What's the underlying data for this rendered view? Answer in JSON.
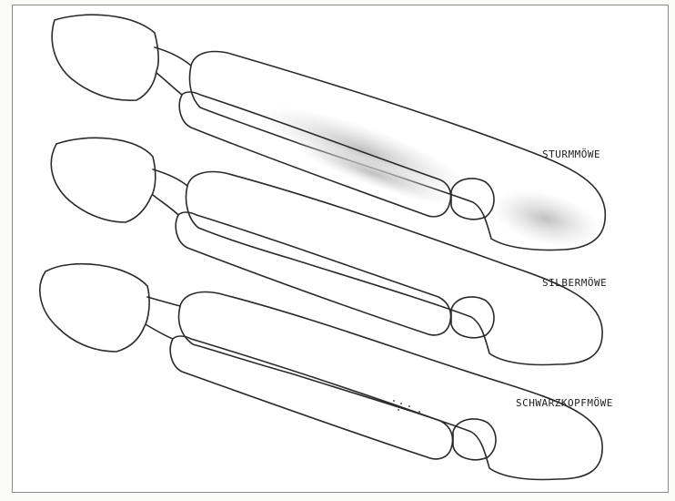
{
  "figure": {
    "labels": [
      "STURMMÖWE",
      "SILBERMÖWE",
      "SCHWARZKOPFMÖWE"
    ]
  },
  "colors": {
    "outline": "#2a2a2a",
    "stipple": "#222222",
    "shade": "#c8c8c8"
  }
}
